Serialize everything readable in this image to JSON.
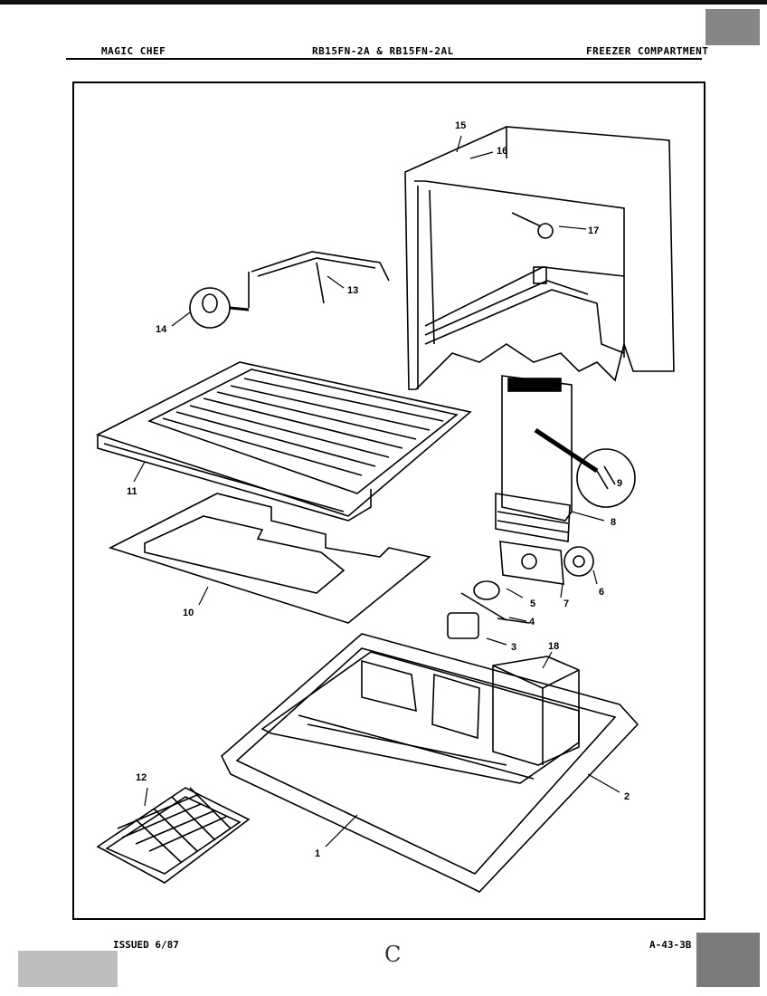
{
  "header": {
    "brand": "MAGIC CHEF",
    "models": "RB15FN-2A & RB15FN-2AL",
    "section": "FREEZER COMPARTMENT"
  },
  "footer": {
    "issued": "ISSUED 6/87",
    "page_code": "A-43-3B",
    "handwriting": "C"
  },
  "callouts": [
    "1",
    "2",
    "3",
    "4",
    "5",
    "6",
    "7",
    "8",
    "9",
    "10",
    "11",
    "12",
    "13",
    "14",
    "15",
    "16",
    "17",
    "18"
  ]
}
